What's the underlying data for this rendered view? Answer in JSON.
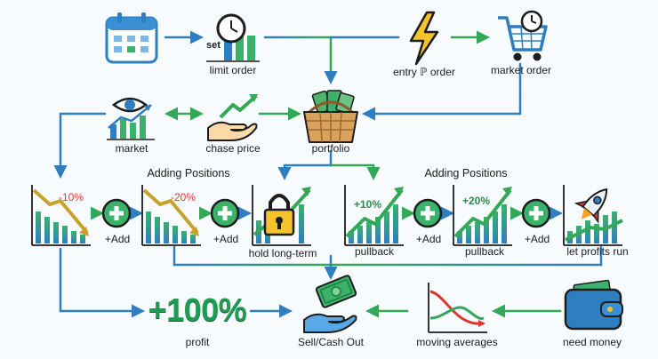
{
  "nodes": {
    "set_label": "set",
    "limit_order": "limit order",
    "entry_order": "entry ℙ order",
    "market_order": "market order",
    "market": "market",
    "chase_price": "chase price",
    "portfolio": "portfolio",
    "hold_long_term": "hold long-term",
    "pullback_1": "pullback",
    "pullback_2": "pullback",
    "let_profits_run": "let profits run",
    "profit": "profit",
    "sell_cash_out": "Sell/Cash Out",
    "moving_averages": "moving averages",
    "need_money": "need money"
  },
  "headers": {
    "left": "Adding Positions",
    "right": "Adding Positions"
  },
  "chart_labels": {
    "minus10": "-10%",
    "minus20": "-20%",
    "plus10": "+10%",
    "plus20": "+20%",
    "big_profit": "+100%"
  },
  "add_labels": [
    "+Add",
    "+Add",
    "+Add",
    "+Add"
  ],
  "colors": {
    "blue": "#2f7fc0",
    "green": "#33a857",
    "red": "#d83a2e",
    "gold": "#c9a22b",
    "bg": "#f7fbfd"
  }
}
